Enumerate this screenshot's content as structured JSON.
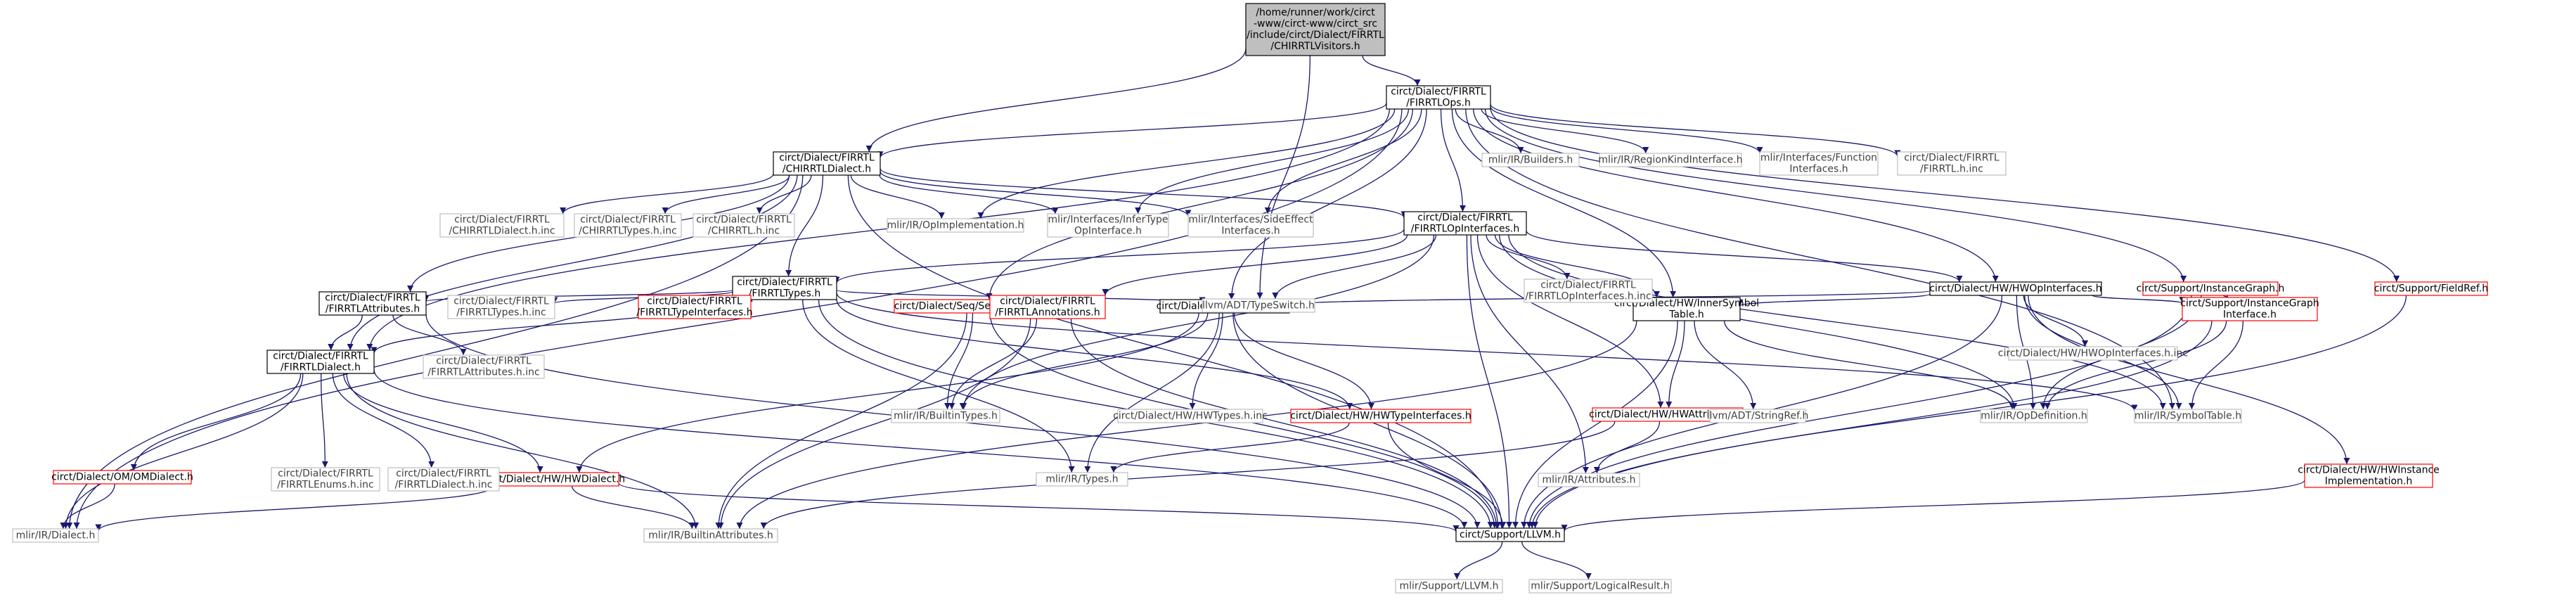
{
  "graph": {
    "edge_color": "#191970",
    "border_colors": {
      "root": "#000000",
      "normal": "#000000",
      "incomplete": "#ff0000",
      "external": "#bfbfbf"
    },
    "fill_colors": {
      "root": "#bfbfbf",
      "default": "#ffffff"
    },
    "text_colors": {
      "default": "#000000",
      "external": "#404040"
    },
    "nodes": [
      {
        "id": "root",
        "kind": "root",
        "lines": [
          "/home/runner/work/circt",
          "-www/circt-www/circt_src",
          "/include/circt/Dialect/FIRRTL",
          "/CHIRRTLVisitors.h"
        ]
      },
      {
        "id": "firrtlops",
        "kind": "normal",
        "lines": [
          "circt/Dialect/FIRRTL",
          "/FIRRTLOps.h"
        ]
      },
      {
        "id": "chirrtldialect",
        "kind": "normal",
        "lines": [
          "circt/Dialect/FIRRTL",
          "/CHIRRTLDialect.h"
        ]
      },
      {
        "id": "firrtlopinterfaces",
        "kind": "normal",
        "lines": [
          "circt/Dialect/FIRRTL",
          "/FIRRTLOpInterfaces.h"
        ]
      },
      {
        "id": "firrtltypes",
        "kind": "normal",
        "lines": [
          "circt/Dialect/FIRRTL",
          "/FIRRTLTypes.h"
        ]
      },
      {
        "id": "firrtlattributes",
        "kind": "normal",
        "lines": [
          "circt/Dialect/FIRRTL",
          "/FIRRTLAttributes.h"
        ]
      },
      {
        "id": "firrtldialect",
        "kind": "normal",
        "lines": [
          "circt/Dialect/FIRRTL",
          "/FIRRTLDialect.h"
        ]
      },
      {
        "id": "hwopinterfaces",
        "kind": "normal",
        "lines": [
          "circt/Dialect/HW/HWOpInterfaces.h"
        ]
      },
      {
        "id": "hwtypes",
        "kind": "normal",
        "lines": [
          "circt/Dialect/HW/HWTypes.h"
        ]
      },
      {
        "id": "innersymbol",
        "kind": "normal",
        "lines": [
          "circt/Dialect/HW/InnerSymbol",
          "Table.h"
        ]
      },
      {
        "id": "supportllvm",
        "kind": "normal",
        "lines": [
          "circt/Support/LLVM.h"
        ]
      },
      {
        "id": "instancegraph",
        "kind": "incomplete",
        "lines": [
          "circt/Support/InstanceGraph.h"
        ]
      },
      {
        "id": "fieldref",
        "kind": "incomplete",
        "lines": [
          "circt/Support/FieldRef.h"
        ]
      },
      {
        "id": "seqattributes",
        "kind": "incomplete",
        "lines": [
          "circt/Dialect/Seq/SeqAttributes.h"
        ]
      },
      {
        "id": "firrtlannotations",
        "kind": "incomplete",
        "lines": [
          "circt/Dialect/FIRRTL",
          "/FIRRTLAnnotations.h"
        ]
      },
      {
        "id": "firrtltypeinterfaces",
        "kind": "incomplete",
        "lines": [
          "circt/Dialect/FIRRTL",
          "/FIRRTLTypeInterfaces.h"
        ]
      },
      {
        "id": "omdialect",
        "kind": "incomplete",
        "lines": [
          "circt/Dialect/OM/OMDialect.h"
        ]
      },
      {
        "id": "hwdialect",
        "kind": "incomplete",
        "lines": [
          "circt/Dialect/HW/HWDialect.h"
        ]
      },
      {
        "id": "hwtypeinterfaces",
        "kind": "incomplete",
        "lines": [
          "circt/Dialect/HW/HWTypeInterfaces.h"
        ]
      },
      {
        "id": "hwattributes",
        "kind": "incomplete",
        "lines": [
          "circt/Dialect/HW/HWAttributes.h"
        ]
      },
      {
        "id": "instancegraphinterface",
        "kind": "incomplete",
        "lines": [
          "circt/Support/InstanceGraph",
          "Interface.h"
        ]
      },
      {
        "id": "hwinstanceimpl",
        "kind": "incomplete",
        "lines": [
          "circt/Dialect/HW/HWInstance",
          "Implementation.h"
        ]
      },
      {
        "id": "mlirbuilders",
        "kind": "external",
        "lines": [
          "mlir/IR/Builders.h"
        ]
      },
      {
        "id": "mlirregionkind",
        "kind": "external",
        "lines": [
          "mlir/IR/RegionKindInterface.h"
        ]
      },
      {
        "id": "mlirfunctioninterfaces",
        "kind": "external",
        "lines": [
          "mlir/Interfaces/Function",
          "Interfaces.h"
        ]
      },
      {
        "id": "firrtlhinc",
        "kind": "external",
        "lines": [
          "circt/Dialect/FIRRTL",
          "/FIRRTL.h.inc"
        ]
      },
      {
        "id": "chirrtldialecthinc",
        "kind": "external",
        "lines": [
          "circt/Dialect/FIRRTL",
          "/CHIRRTLDialect.h.inc"
        ]
      },
      {
        "id": "chirrtltypeshinc",
        "kind": "external",
        "lines": [
          "circt/Dialect/FIRRTL",
          "/CHIRRTLTypes.h.inc"
        ]
      },
      {
        "id": "chirrtlhinc",
        "kind": "external",
        "lines": [
          "circt/Dialect/FIRRTL",
          "/CHIRRTL.h.inc"
        ]
      },
      {
        "id": "mliropimpl",
        "kind": "external",
        "lines": [
          "mlir/IR/OpImplementation.h"
        ]
      },
      {
        "id": "mlirinfertype",
        "kind": "external",
        "lines": [
          "mlir/Interfaces/InferType",
          "OpInterface.h"
        ]
      },
      {
        "id": "mlirsideeffect",
        "kind": "external",
        "lines": [
          "mlir/Interfaces/SideEffect",
          "Interfaces.h"
        ]
      },
      {
        "id": "firrtlopinterfaceshinc",
        "kind": "external",
        "lines": [
          "circt/Dialect/FIRRTL",
          "/FIRRTLOpInterfaces.h.inc"
        ]
      },
      {
        "id": "firrtltypeshinc",
        "kind": "external",
        "lines": [
          "circt/Dialect/FIRRTL",
          "/FIRRTLTypes.h.inc"
        ]
      },
      {
        "id": "firrtlattributeshinc",
        "kind": "external",
        "lines": [
          "circt/Dialect/FIRRTL",
          "/FIRRTLAttributes.h.inc"
        ]
      },
      {
        "id": "firrtlenumshinc",
        "kind": "external",
        "lines": [
          "circt/Dialect/FIRRTL",
          "/FIRRTLEnums.h.inc"
        ]
      },
      {
        "id": "firrtldialecthinc",
        "kind": "external",
        "lines": [
          "circt/Dialect/FIRRTL",
          "/FIRRTLDialect.h.inc"
        ]
      },
      {
        "id": "llvmtypeswitch",
        "kind": "external",
        "lines": [
          "llvm/ADT/TypeSwitch.h"
        ]
      },
      {
        "id": "hwopinterfaceshinc",
        "kind": "external",
        "lines": [
          "circt/Dialect/HW/HWOpInterfaces.h.inc"
        ]
      },
      {
        "id": "hwtypeshinc",
        "kind": "external",
        "lines": [
          "circt/Dialect/HW/HWTypes.h.inc"
        ]
      },
      {
        "id": "mlirbuiltintypes",
        "kind": "external",
        "lines": [
          "mlir/IR/BuiltinTypes.h"
        ]
      },
      {
        "id": "mlirtypes",
        "kind": "external",
        "lines": [
          "mlir/IR/Types.h"
        ]
      },
      {
        "id": "mlirattributes",
        "kind": "external",
        "lines": [
          "mlir/IR/Attributes.h"
        ]
      },
      {
        "id": "llvmstringref",
        "kind": "external",
        "lines": [
          "llvm/ADT/StringRef.h"
        ]
      },
      {
        "id": "mliropdefinition",
        "kind": "external",
        "lines": [
          "mlir/IR/OpDefinition.h"
        ]
      },
      {
        "id": "mlirsymboltable",
        "kind": "external",
        "lines": [
          "mlir/IR/SymbolTable.h"
        ]
      },
      {
        "id": "mlirdialect",
        "kind": "external",
        "lines": [
          "mlir/IR/Dialect.h"
        ]
      },
      {
        "id": "mlirbuiltinattributes",
        "kind": "external",
        "lines": [
          "mlir/IR/BuiltinAttributes.h"
        ]
      },
      {
        "id": "mlirsupportllvm",
        "kind": "external",
        "lines": [
          "mlir/Support/LLVM.h"
        ]
      },
      {
        "id": "mlirlogicalresult",
        "kind": "external",
        "lines": [
          "mlir/Support/LogicalResult.h"
        ]
      }
    ],
    "edges": [
      [
        "root",
        "firrtlops"
      ],
      [
        "root",
        "chirrtldialect"
      ],
      [
        "root",
        "llvmtypeswitch"
      ],
      [
        "firrtlops",
        "chirrtldialect"
      ],
      [
        "firrtlops",
        "firrtlopinterfaces"
      ],
      [
        "firrtlops",
        "firrtldialect"
      ],
      [
        "firrtlops",
        "mlirdialect"
      ],
      [
        "firrtlops",
        "mlirbuilders"
      ],
      [
        "firrtlops",
        "mlirregionkind"
      ],
      [
        "firrtlops",
        "mlirfunctioninterfaces"
      ],
      [
        "firrtlops",
        "firrtlhinc"
      ],
      [
        "firrtlops",
        "mliropimpl"
      ],
      [
        "firrtlops",
        "mlirinfertype"
      ],
      [
        "firrtlops",
        "mlirsideeffect"
      ],
      [
        "firrtlops",
        "hwopinterfaces"
      ],
      [
        "firrtlops",
        "hwtypes"
      ],
      [
        "firrtlops",
        "innersymbol"
      ],
      [
        "firrtlops",
        "instancegraph"
      ],
      [
        "firrtlops",
        "fieldref"
      ],
      [
        "firrtlops",
        "seqattributes"
      ],
      [
        "firrtlops",
        "mlirsymboltable"
      ],
      [
        "chirrtldialect",
        "chirrtldialecthinc"
      ],
      [
        "chirrtldialect",
        "chirrtltypeshinc"
      ],
      [
        "chirrtldialect",
        "chirrtlhinc"
      ],
      [
        "chirrtldialect",
        "mliropimpl"
      ],
      [
        "chirrtldialect",
        "mlirinfertype"
      ],
      [
        "chirrtldialect",
        "mlirsideeffect"
      ],
      [
        "chirrtldialect",
        "firrtlopinterfaces"
      ],
      [
        "chirrtldialect",
        "firrtltypes"
      ],
      [
        "chirrtldialect",
        "firrtlattributes"
      ],
      [
        "chirrtldialect",
        "firrtldialect"
      ],
      [
        "chirrtldialect",
        "mlirdialect"
      ],
      [
        "chirrtldialect",
        "supportllvm"
      ],
      [
        "firrtlopinterfaces",
        "firrtltypes"
      ],
      [
        "firrtlopinterfaces",
        "firrtlopinterfaceshinc"
      ],
      [
        "firrtlopinterfaces",
        "llvmtypeswitch"
      ],
      [
        "firrtlopinterfaces",
        "hwopinterfaces"
      ],
      [
        "firrtlopinterfaces",
        "innersymbol"
      ],
      [
        "firrtlopinterfaces",
        "firrtlannotations"
      ],
      [
        "firrtlopinterfaces",
        "hwattributes"
      ],
      [
        "firrtlopinterfaces",
        "mlirbuiltintypes"
      ],
      [
        "firrtlopinterfaces",
        "mliropdefinition"
      ],
      [
        "firrtlopinterfaces",
        "supportllvm"
      ],
      [
        "firrtlopinterfaces",
        "mlirattributes"
      ],
      [
        "firrtlopinterfaces",
        "mlirsymboltable"
      ],
      [
        "firrtltypes",
        "firrtlattributes"
      ],
      [
        "firrtltypes",
        "firrtldialect"
      ],
      [
        "firrtltypes",
        "firrtltypeshinc"
      ],
      [
        "firrtltypes",
        "firrtltypeinterfaces"
      ],
      [
        "firrtltypes",
        "hwtypeinterfaces"
      ],
      [
        "firrtltypes",
        "mlirtypes"
      ],
      [
        "firrtltypes",
        "llvmtypeswitch"
      ],
      [
        "firrtltypes",
        "supportllvm"
      ],
      [
        "firrtltypes",
        "mlirsymboltable"
      ],
      [
        "firrtlattributes",
        "firrtldialect"
      ],
      [
        "firrtlattributes",
        "firrtlattributeshinc"
      ],
      [
        "firrtlattributes",
        "supportllvm"
      ],
      [
        "firrtldialect",
        "omdialect"
      ],
      [
        "firrtldialect",
        "firrtlenumshinc"
      ],
      [
        "firrtldialect",
        "firrtldialecthinc"
      ],
      [
        "firrtldialect",
        "hwdialect"
      ],
      [
        "firrtldialect",
        "mlirdialect"
      ],
      [
        "firrtldialect",
        "mlirbuiltinattributes"
      ],
      [
        "firrtldialect",
        "supportllvm"
      ],
      [
        "omdialect",
        "mlirdialect"
      ],
      [
        "hwopinterfaces",
        "hwtypes"
      ],
      [
        "hwopinterfaces",
        "innersymbol"
      ],
      [
        "hwopinterfaces",
        "hwopinterfaceshinc"
      ],
      [
        "hwopinterfaces",
        "instancegraphinterface"
      ],
      [
        "hwopinterfaces",
        "hwinstanceimpl"
      ],
      [
        "hwopinterfaces",
        "mliropdefinition"
      ],
      [
        "hwopinterfaces",
        "mlirsymboltable"
      ],
      [
        "hwopinterfaces",
        "supportllvm"
      ],
      [
        "hwtypes",
        "mlirbuiltintypes"
      ],
      [
        "hwtypes",
        "hwtypeshinc"
      ],
      [
        "hwtypes",
        "hwtypeinterfaces"
      ],
      [
        "hwtypes",
        "mlirtypes"
      ],
      [
        "hwtypes",
        "hwdialect"
      ],
      [
        "hwtypes",
        "supportllvm"
      ],
      [
        "innersymbol",
        "hwattributes"
      ],
      [
        "innersymbol",
        "llvmstringref"
      ],
      [
        "innersymbol",
        "mliropdefinition"
      ],
      [
        "innersymbol",
        "mlirbuiltinattributes"
      ],
      [
        "innersymbol",
        "supportllvm"
      ],
      [
        "instancegraph",
        "instancegraphinterface"
      ],
      [
        "instancegraph",
        "mliropdefinition"
      ],
      [
        "instancegraph",
        "supportllvm"
      ],
      [
        "instancegraphinterface",
        "mliropdefinition"
      ],
      [
        "instancegraphinterface",
        "mlirsymboltable"
      ],
      [
        "instancegraphinterface",
        "supportllvm"
      ],
      [
        "fieldref",
        "supportllvm"
      ],
      [
        "seqattributes",
        "mlirbuiltintypes"
      ],
      [
        "seqattributes",
        "mlirbuiltinattributes"
      ],
      [
        "seqattributes",
        "supportllvm"
      ],
      [
        "firrtlannotations",
        "mlirbuiltintypes"
      ],
      [
        "firrtlannotations",
        "mlirbuiltinattributes"
      ],
      [
        "firrtlannotations",
        "supportllvm"
      ],
      [
        "hwdialect",
        "mlirdialect"
      ],
      [
        "hwdialect",
        "mlirbuiltinattributes"
      ],
      [
        "hwdialect",
        "supportllvm"
      ],
      [
        "hwtypeinterfaces",
        "mlirtypes"
      ],
      [
        "hwtypeinterfaces",
        "supportllvm"
      ],
      [
        "hwattributes",
        "mlirattributes"
      ],
      [
        "hwattributes",
        "mlirbuiltinattributes"
      ],
      [
        "hwinstanceimpl",
        "supportllvm"
      ],
      [
        "supportllvm",
        "mlirsupportllvm"
      ],
      [
        "supportllvm",
        "mlirlogicalresult"
      ]
    ]
  }
}
